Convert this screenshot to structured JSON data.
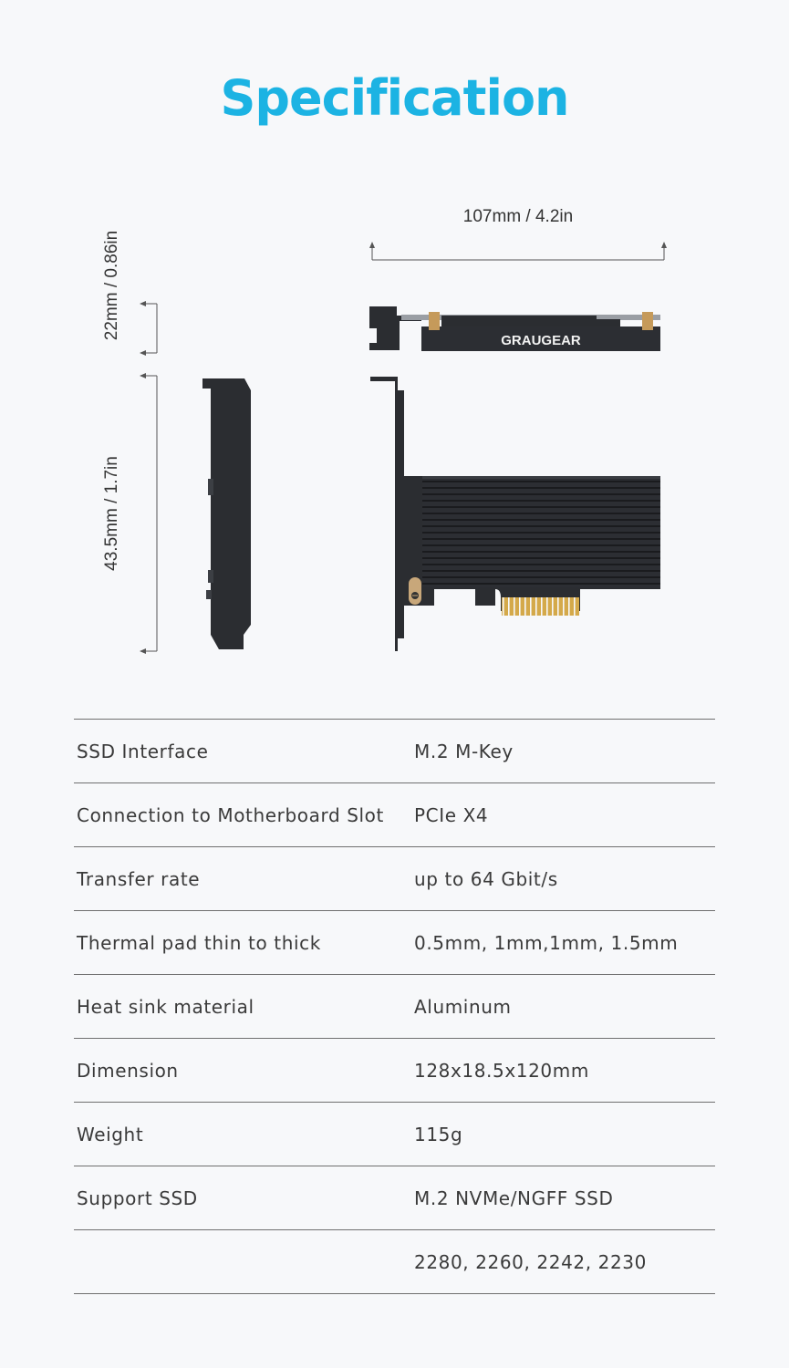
{
  "header": {
    "title": "Specification"
  },
  "diagram": {
    "width_label": "107mm / 4.2in",
    "height_top_label": "22mm / 0.86in",
    "height_main_label": "43.5mm / 1.7in",
    "brand_label": "GRAUGEAR"
  },
  "specs": {
    "rows": [
      {
        "label": "SSD Interface",
        "value": "M.2 M-Key"
      },
      {
        "label": "Connection to Motherboard Slot",
        "value": "PCIe X4"
      },
      {
        "label": "Transfer rate",
        "value": "up to 64 Gbit/s"
      },
      {
        "label": "Thermal pad thin to thick",
        "value": "0.5mm, 1mm,1mm, 1.5mm"
      },
      {
        "label": "Heat sink material",
        "value": "Aluminum"
      },
      {
        "label": "Dimension",
        "value": "128x18.5x120mm"
      },
      {
        "label": "Weight",
        "value": "115g"
      },
      {
        "label": "Support SSD",
        "value": "M.2 NVMe/NGFF SSD"
      },
      {
        "label": "",
        "value": "2280, 2260, 2242, 2230"
      }
    ]
  },
  "colors": {
    "title": "#1cb3e3",
    "background": "#f7f8fa",
    "card_body": "#2b2d31",
    "gold_contacts": "#d4a94a"
  }
}
